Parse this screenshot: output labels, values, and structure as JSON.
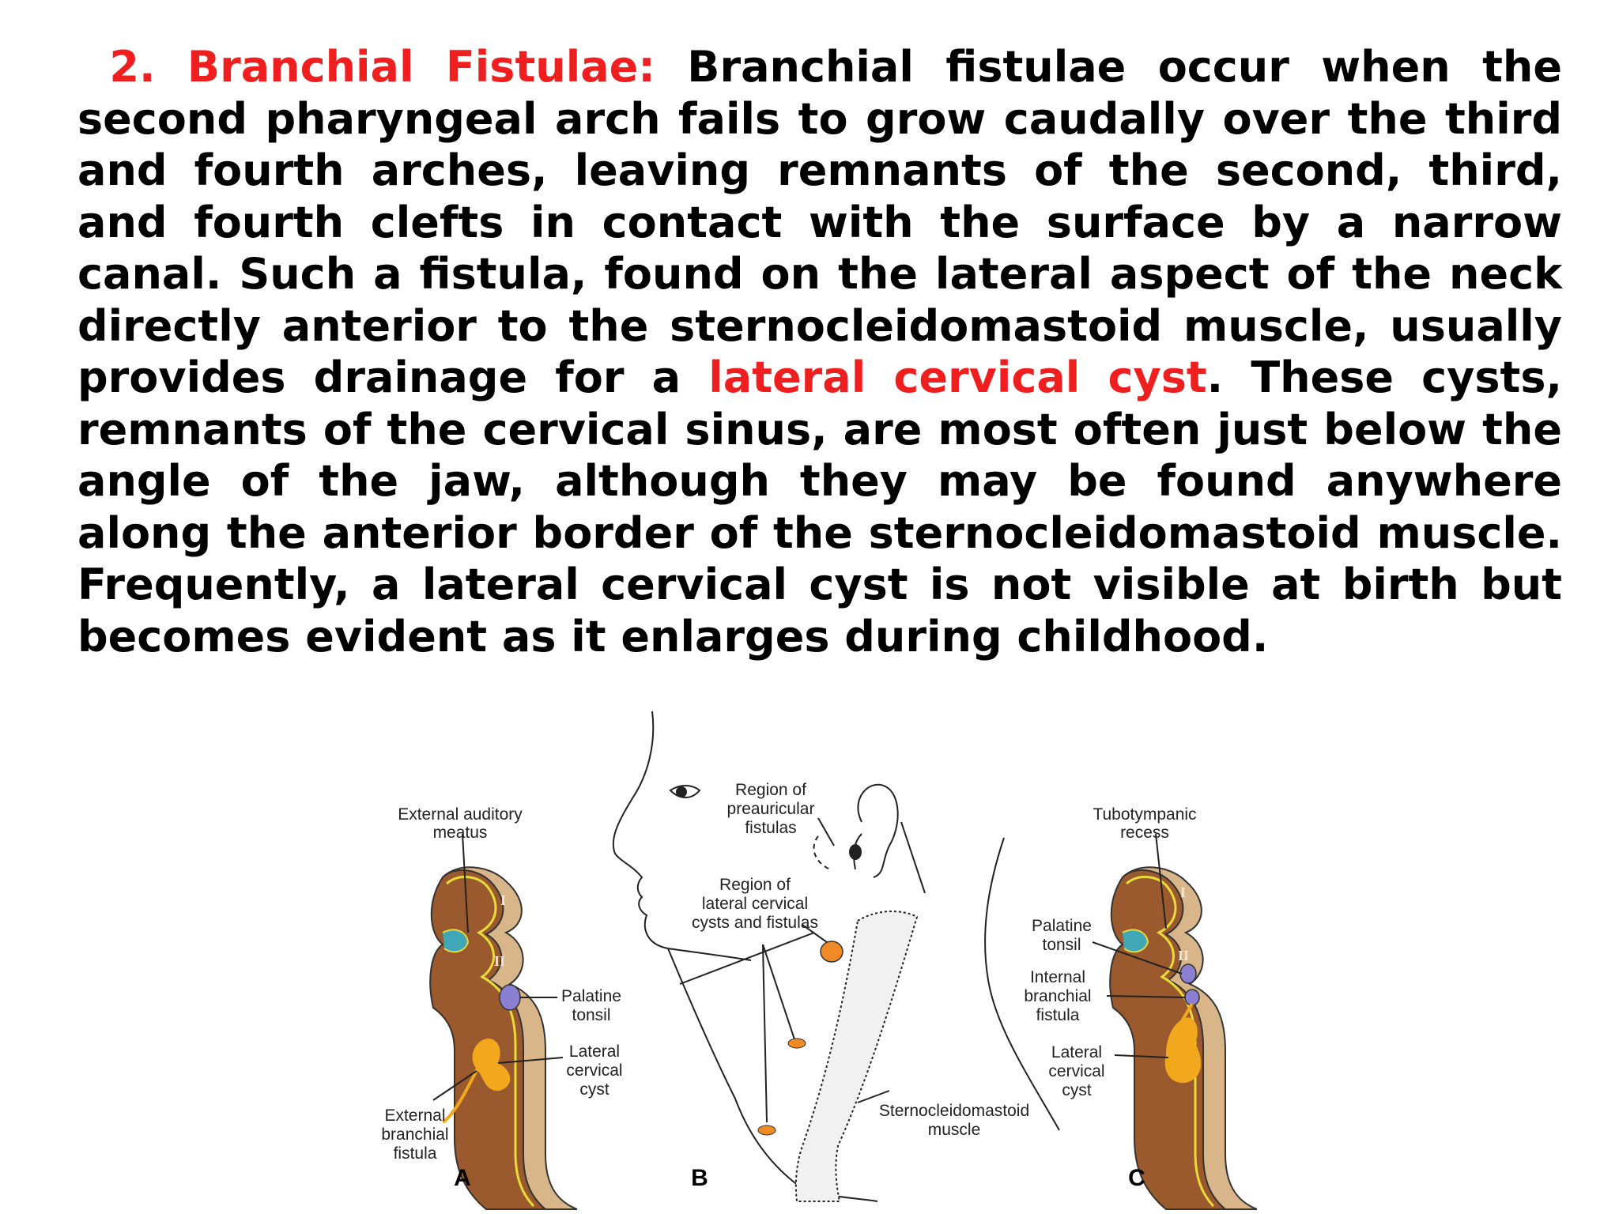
{
  "text": {
    "heading": "2. Branchial Fistulae:",
    "body_part1": "Branchial fistulae occur when the second pharyngeal arch fails to grow caudally over the third and fourth arches, leaving remnants of the second, third, and fourth clefts in contact with the surface by a narrow canal. Such a fistula, found on the lateral aspect of the neck directly anterior to the sternocleidomastoid muscle, usually provides drainage for a",
    "highlight": "lateral cervical cyst",
    "body_part2": ". These cysts, remnants of the cervical sinus, are most often just below the angle of the jaw, although they may be found anywhere along the anterior border of the sternocleidomastoid muscle. Frequently, a lateral cervical cyst is not visible at birth but becomes evident as it enlarges during childhood."
  },
  "figure": {
    "panel_a": {
      "letter": "A",
      "ext_auditory_1": "External auditory",
      "ext_auditory_2": "meatus",
      "roman_1": "I",
      "roman_2": "II",
      "palatine_1": "Palatine",
      "palatine_2": "tonsil",
      "lateral_1": "Lateral",
      "lateral_2": "cervical",
      "lateral_3": "cyst",
      "external_1": "External",
      "external_2": "branchial",
      "external_3": "fistula"
    },
    "panel_b": {
      "letter": "B",
      "preauricular_1": "Region of",
      "preauricular_2": "preauricular",
      "preauricular_3": "fistulas",
      "lateral_1": "Region of",
      "lateral_2": "lateral cervical",
      "lateral_3": "cysts and fistulas",
      "scm_1": "Sternocleidomastoid",
      "scm_2": "muscle"
    },
    "panel_c": {
      "letter": "C",
      "tubo_1": "Tubotympanic",
      "tubo_2": "recess",
      "roman_1": "I",
      "roman_2": "II",
      "palatine_1": "Palatine",
      "palatine_2": "tonsil",
      "internal_1": "Internal",
      "internal_2": "branchial",
      "internal_3": "fistula",
      "lateral_1": "Lateral",
      "lateral_2": "cervical",
      "lateral_3": "cyst"
    }
  },
  "colors": {
    "highlight": "#f01f1f",
    "tissue": "#9a5a2e",
    "tissue_side": "#d9b68a",
    "cyst": "#f2a81d",
    "tonsil": "#8a7fd0",
    "outline": "#e8dc3a"
  }
}
